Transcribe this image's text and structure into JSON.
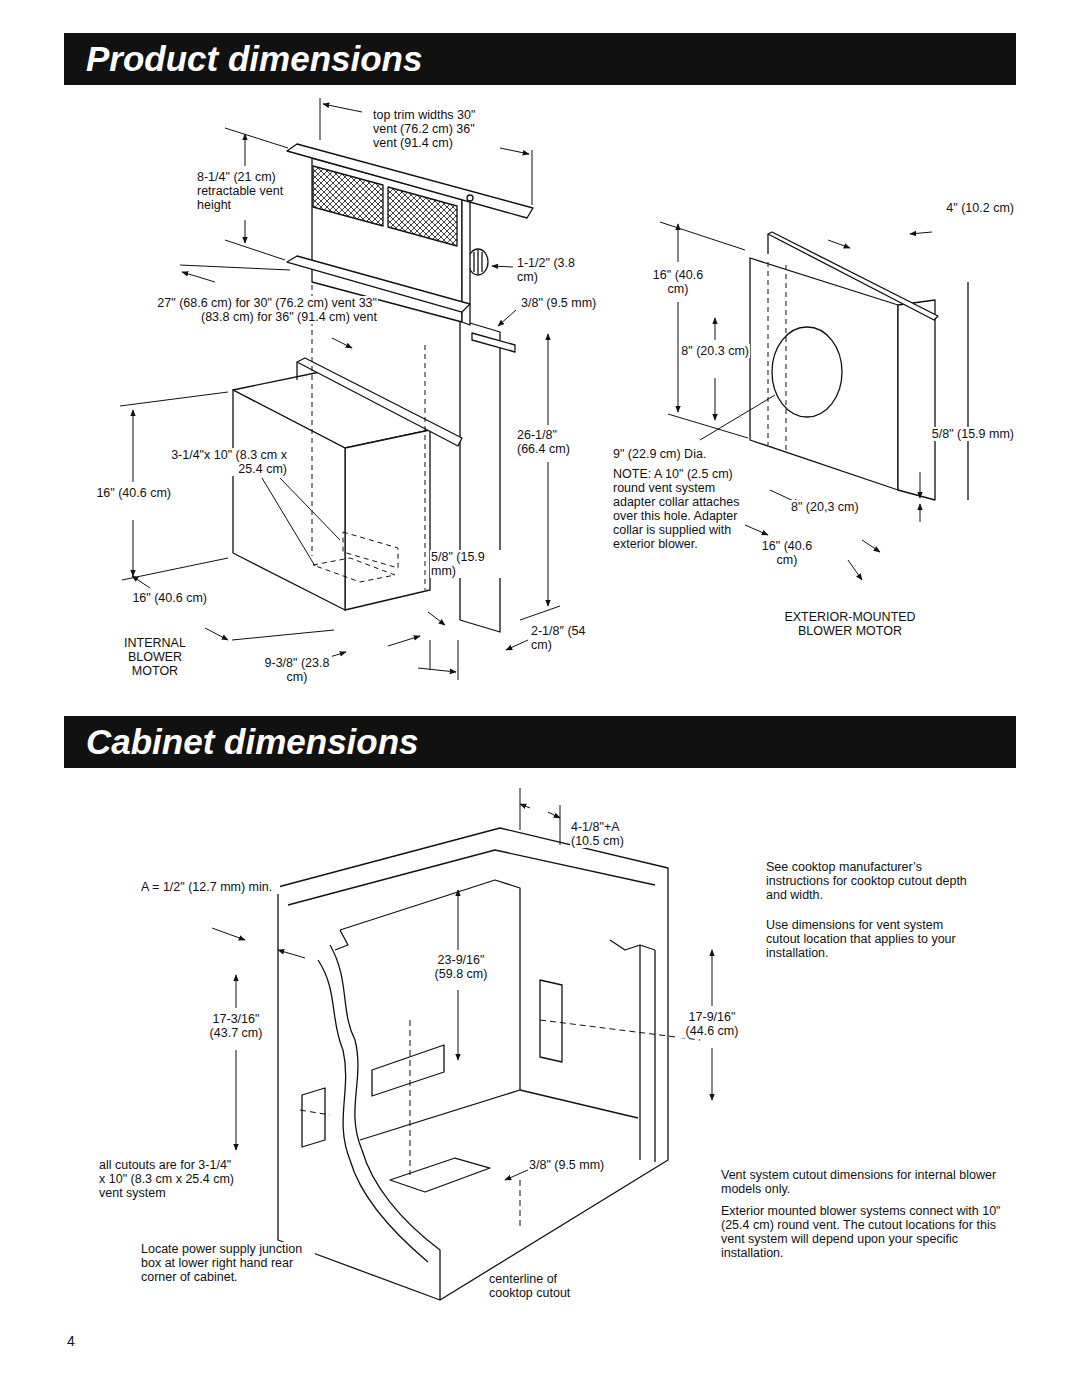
{
  "diagram": {
    "nodes": [
      {
        "text": [
          "Product dimensions"
        ]
      },
      {
        "text": [
          "Cabinet dimensions"
        ]
      }
    ],
    "labels": [
      "top trim widths 30\" vent (76.2 cm) 36\" vent (91.4 cm)",
      "8-1/4\" (21 cm) retractable vent height",
      "1-1/2\" (3.8 cm)",
      "27\" (68.6 cm) for 30\" (76.2 cm) vent 33\" (83.8 cm) for 36\" (91.4 cm) vent",
      "3/8\" (9.5 mm)",
      "26-1/8\" (66.4 cm)",
      "3-1/4\"x 10\" (8.3 cm x 25.4 cm)",
      "16\" (40.6 cm)",
      "5/8\" (15.9 mm)",
      "16\" (40.6 cm)",
      "INTERNAL BLOWER MOTOR",
      "9-3/8\" (23.8 cm)",
      "2-1/8″ (54 cm)",
      "16\" (40.6 cm)",
      "8\" (20.3 cm)",
      "9\" (22.9 cm) Dia.",
      "NOTE: A 10\" (2.5 cm) round vent system adapter collar attaches over this hole. Adapter collar is supplied with exterior blower.",
      "4\" (10.2 cm)",
      "5/8\" (15.9 mm)",
      "8\" (20,3 cm)",
      "16\" (40.6 cm)",
      "EXTERIOR-MOUNTED BLOWER MOTOR",
      "4-1/8\"+A (10.5 cm)",
      "A = 1/2\" (12.7 mm) min.",
      "See cooktop manufacturer’s instructions for cooktop cutout depth and width.",
      "Use dimensions for vent system cutout location that applies to your installation.",
      "23-9/16\" (59.8 cm)",
      "17-9/16\" (44.6 cm)",
      "17-3/16\" (43.7 cm)",
      "all cutouts are for 3-1/4\" x 10\" (8.3 cm x 25.4 cm) vent system",
      "3/8\" (9.5 mm)",
      "Vent system cutout dimensions for internal blower models only.",
      "Exterior mounted blower systems connect with 10\" (25.4 cm) round vent. The cutout locations for this vent system will depend upon your specific installation.",
      "Locate power supply junction box at lower right hand rear corner of cabinet.",
      "centerline of cooktop cutout",
      "4"
    ]
  }
}
